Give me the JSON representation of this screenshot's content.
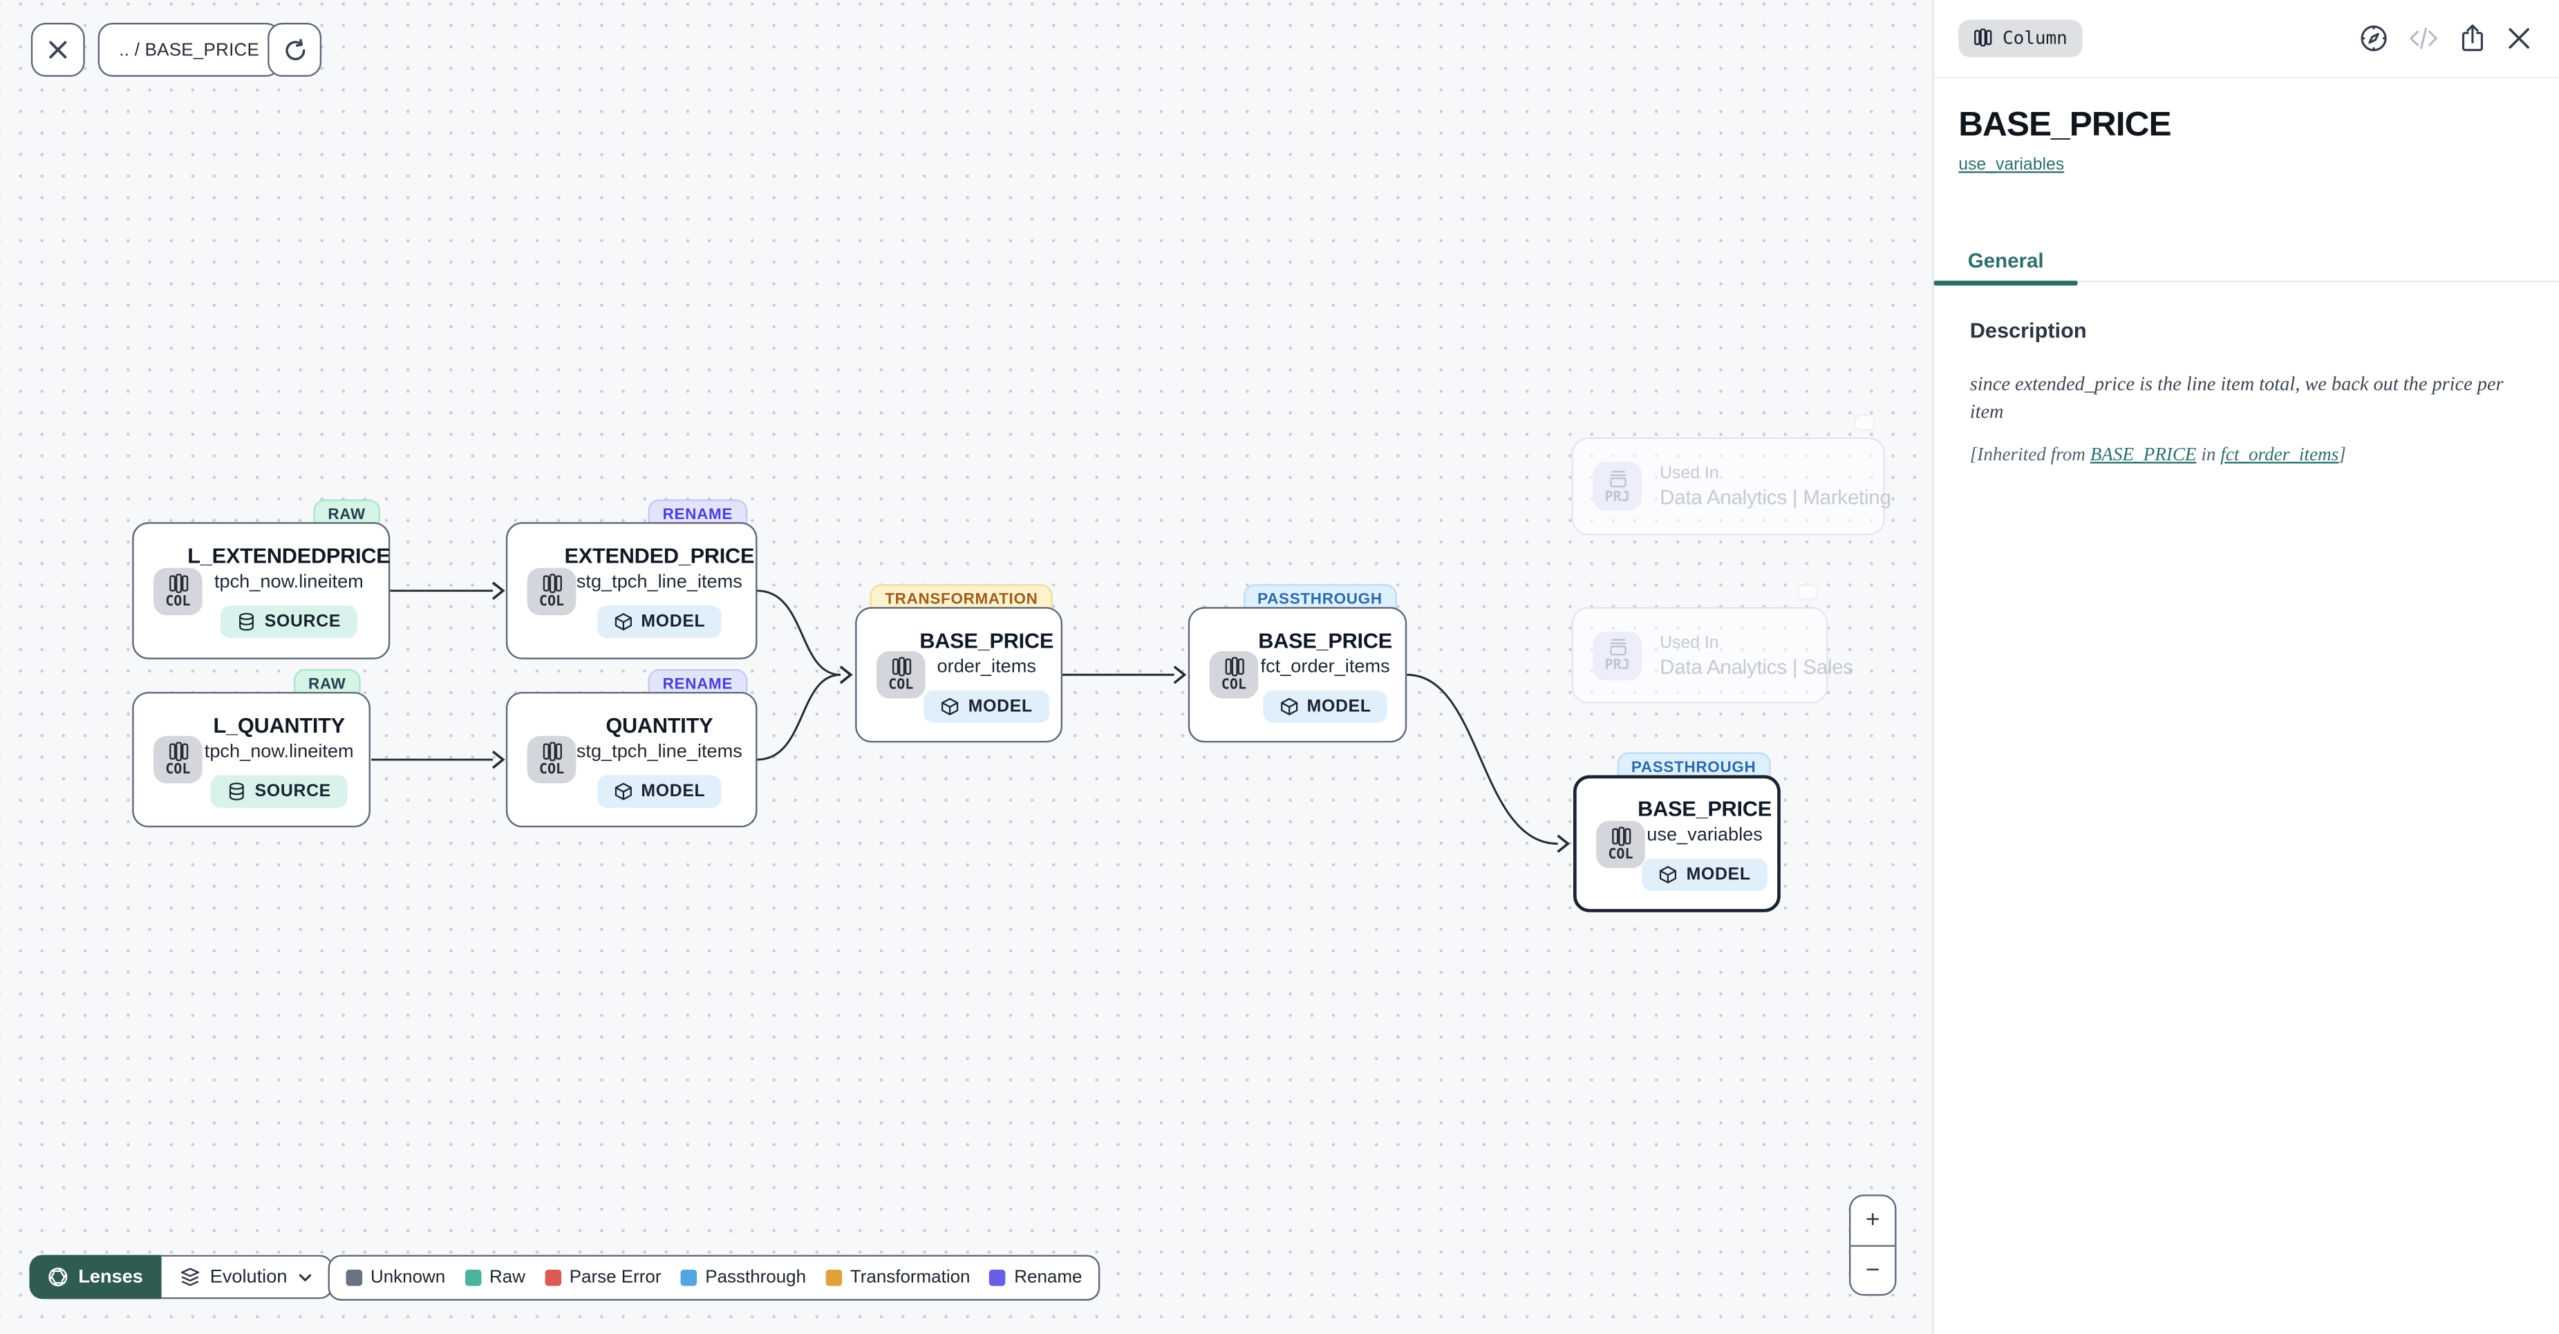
{
  "toolbar": {
    "breadcrumb": ".. / BASE_PRICE"
  },
  "colors": {
    "accent_teal": "#2d6f6c",
    "lenses_bg": "#2e5b52",
    "canvas_bg": "#f7f8fa",
    "badge_raw_bg": "#d6f5e7",
    "badge_rename_bg": "#e2e4fc",
    "badge_transformation_bg": "#fcf3cd",
    "badge_passthrough_bg": "#def0fc"
  },
  "canvas": {
    "col_label": "COL",
    "prj_label": "PRJ",
    "nodes": [
      {
        "title": "L_EXTENDEDPRICE",
        "subtitle": "tpch_now.lineitem",
        "badge": "RAW",
        "pill": "SOURCE"
      },
      {
        "title": "EXTENDED_PRICE",
        "subtitle": "stg_tpch_line_items",
        "badge": "RENAME",
        "pill": "MODEL"
      },
      {
        "title": "L_QUANTITY",
        "subtitle": "tpch_now.lineitem",
        "badge": "RAW",
        "pill": "SOURCE"
      },
      {
        "title": "QUANTITY",
        "subtitle": "stg_tpch_line_items",
        "badge": "RENAME",
        "pill": "MODEL"
      },
      {
        "title": "BASE_PRICE",
        "subtitle": "order_items",
        "badge": "TRANSFORMATION",
        "pill": "MODEL"
      },
      {
        "title": "BASE_PRICE",
        "subtitle": "fct_order_items",
        "badge": "PASSTHROUGH",
        "pill": "MODEL"
      },
      {
        "title": "BASE_PRICE",
        "subtitle": "use_variables",
        "badge": "PASSTHROUGH",
        "pill": "MODEL"
      }
    ],
    "ghosts": [
      {
        "label": "Used In",
        "name": "Data Analytics | Marketing"
      },
      {
        "label": "Used In",
        "name": "Data Analytics | Sales"
      }
    ],
    "lenses": {
      "label": "Lenses",
      "mode": "Evolution"
    },
    "legend": {
      "items": [
        {
          "label": "Unknown",
          "color": "#6b7280"
        },
        {
          "label": "Raw",
          "color": "#4cb39e"
        },
        {
          "label": "Parse Error",
          "color": "#dd5a52"
        },
        {
          "label": "Passthrough",
          "color": "#54a4e0"
        },
        {
          "label": "Transformation",
          "color": "#dfa238"
        },
        {
          "label": "Rename",
          "color": "#695ee6"
        }
      ]
    },
    "zoom": {
      "in_label": "+",
      "out_label": "−"
    }
  },
  "panel": {
    "type_badge": "Column",
    "title": "BASE_PRICE",
    "model_link": "use_variables",
    "tabs": [
      {
        "label": "General",
        "active": true
      }
    ],
    "description": {
      "heading": "Description",
      "text": "since extended_price is the line item total, we back out the price per item",
      "inherited": {
        "prefix": "[Inherited from ",
        "link_column": "BASE_PRICE",
        "mid": " in ",
        "link_model": "fct_order_items",
        "suffix": "]"
      }
    }
  }
}
